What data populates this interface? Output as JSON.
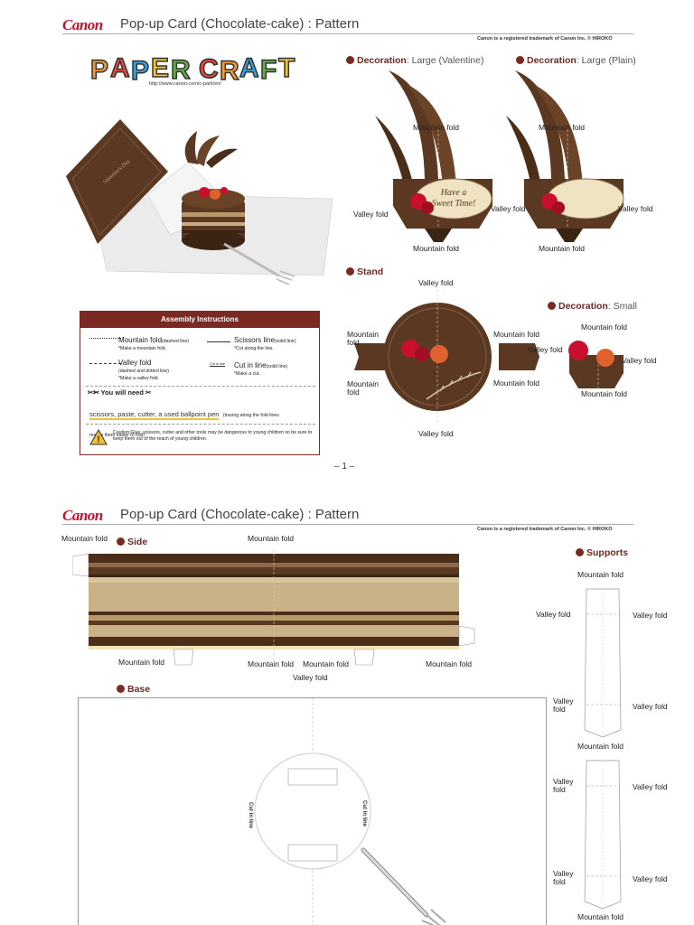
{
  "page1": {
    "brand": "Canon",
    "title": "Pop-up Card (Chocolate-cake) : Pattern",
    "trademark": "Canon is a registered trademark of Canon Inc. © HIROKO",
    "logo_text": "PAPER CRAFT",
    "url": "http://www.canon.com/c-park/en/",
    "card_text": "Valentine's Day",
    "decoration_large_valentine": {
      "label": "Decoration",
      "sub": ": Large (Valentine)",
      "plate_text_1": "Have a",
      "plate_text_2": "Sweet Time!"
    },
    "decoration_large_plain": {
      "label": "Decoration",
      "sub": ": Large (Plain)"
    },
    "decoration_small": {
      "label": "Decoration",
      "sub": ": Small"
    },
    "stand": {
      "label": "Stand"
    },
    "labels": {
      "mountain_fold": "Mountain fold",
      "valley_fold": "Valley fold",
      "mountain": "Mountain",
      "valley": "Valley",
      "fold": "fold"
    },
    "assembly": {
      "title": "Assembly Instructions",
      "mountain_fold": "Mountain fold",
      "mountain_fold_note": "(dashed line)",
      "mountain_fold_desc": "*Make a mountain fold.",
      "scissors_line": "Scissors line",
      "scissors_line_note": "(solid line)",
      "scissors_line_desc": "*Cut along the line.",
      "valley_fold": "Valley fold",
      "valley_fold_note": "(dashed and dotted line)",
      "valley_fold_desc": "*Make a valley fold.",
      "cut_in_line": "Cut in line",
      "cut_in_line_note": "(solid line)",
      "cut_in_line_desc": "*Make a cut.",
      "cut_in_sample": "Cut in line",
      "you_will_need": "You will need",
      "tools": "scissors, paste, cutter, a used ballpoint pen",
      "tools_note": "(tracing along the fold lines",
      "tools_note2": "makes them easier to fold)",
      "caution": "Caution:Glue, scissors, cutter and other tools may be dangerous to young children so be sure to keep them out of the reach of young children."
    },
    "page_number": "– 1 –"
  },
  "page2": {
    "brand": "Canon",
    "title": "Pop-up Card (Chocolate-cake) : Pattern",
    "trademark": "Canon is a registered trademark of Canon Inc. © HIROKO",
    "side": {
      "label": "Side"
    },
    "supports": {
      "label": "Supports"
    },
    "base": {
      "label": "Base"
    },
    "cut_in_line": "Cut in line"
  },
  "colors": {
    "brand_red": "#c8102e",
    "accent_brown": "#7a2a22",
    "chocolate": "#5a3a22",
    "cream": "#efe3c2",
    "raspberry": "#c8102e"
  }
}
